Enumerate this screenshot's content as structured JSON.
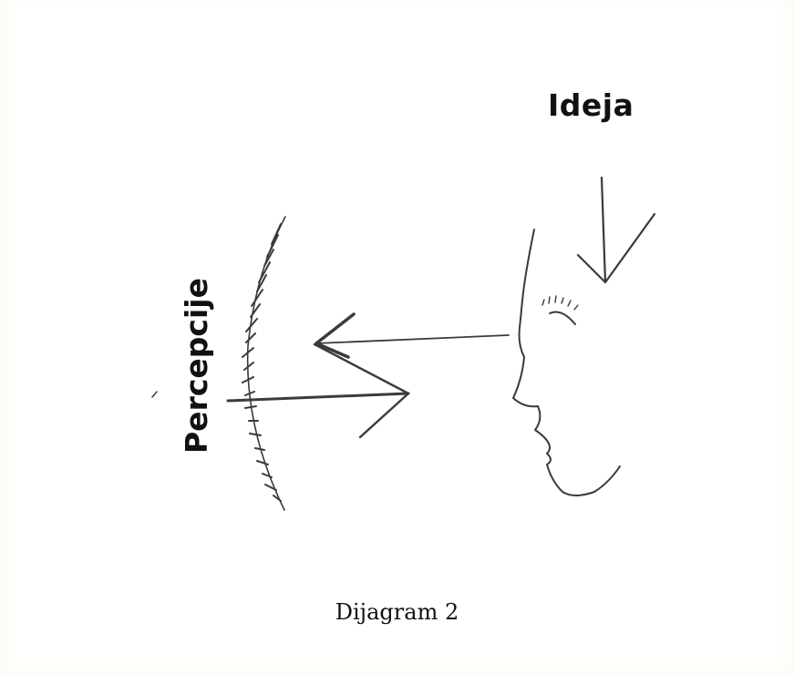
{
  "diagram": {
    "top_label": "Ideja",
    "side_label": "Percepcije",
    "caption": "Dijagram 2"
  },
  "colors": {
    "background": "#fdfcf3",
    "pencil": "#3a3a3a",
    "text": "#111111"
  },
  "icons": [
    "face-profile-icon",
    "sensory-wall-icon",
    "arrow-down-icon",
    "arrow-left-icon",
    "arrow-right-icon"
  ]
}
